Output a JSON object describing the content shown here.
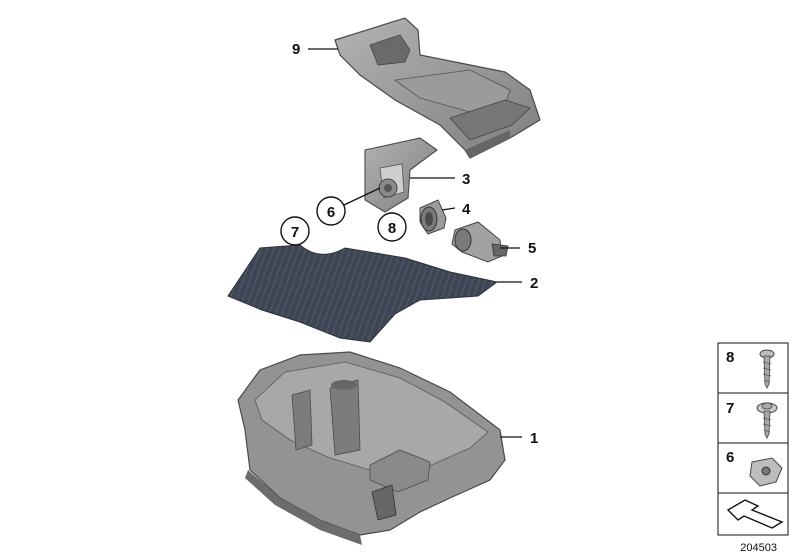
{
  "diagram": {
    "callouts": {
      "p1": "1",
      "p2": "2",
      "p3": "3",
      "p4": "4",
      "p5": "5",
      "p6": "6",
      "p7": "7",
      "p8": "8",
      "p9": "9"
    },
    "legend": {
      "items": [
        {
          "number": "8",
          "part": "screw-icon"
        },
        {
          "number": "7",
          "part": "washer-screw-icon"
        },
        {
          "number": "6",
          "part": "clip-nut-icon"
        }
      ],
      "last_icon": "arrow-icon"
    },
    "drawing_id": "204503",
    "colors": {
      "part_grey": "#8e8e8e",
      "part_dark": "#5c5c5c",
      "mat": "#3e4554",
      "line": "#111111"
    }
  }
}
